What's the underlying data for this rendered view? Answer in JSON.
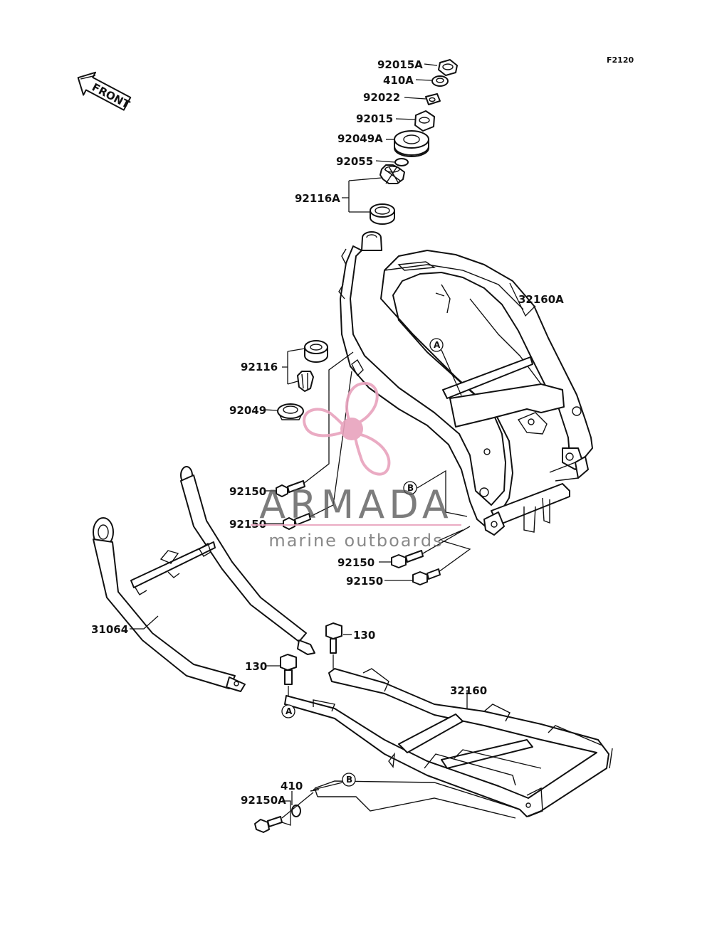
{
  "diagram_code": "F2120",
  "front_label": "FRONT",
  "parts": [
    {
      "id": "p-92015a",
      "label": "92015A"
    },
    {
      "id": "p-410a",
      "label": "410A"
    },
    {
      "id": "p-92022",
      "label": "92022"
    },
    {
      "id": "p-92015",
      "label": "92015"
    },
    {
      "id": "p-92049a",
      "label": "92049A"
    },
    {
      "id": "p-92055",
      "label": "92055"
    },
    {
      "id": "p-92116a",
      "label": "92116A"
    },
    {
      "id": "p-32160a",
      "label": "32160A"
    },
    {
      "id": "p-92116",
      "label": "92116"
    },
    {
      "id": "p-92049",
      "label": "92049"
    },
    {
      "id": "p-92150-1",
      "label": "92150"
    },
    {
      "id": "p-92150-2",
      "label": "92150"
    },
    {
      "id": "p-92150-3",
      "label": "92150"
    },
    {
      "id": "p-92150-4",
      "label": "92150"
    },
    {
      "id": "p-31064",
      "label": "31064"
    },
    {
      "id": "p-130-1",
      "label": "130"
    },
    {
      "id": "p-130-2",
      "label": "130"
    },
    {
      "id": "p-32160",
      "label": "32160"
    },
    {
      "id": "p-410",
      "label": "410"
    },
    {
      "id": "p-92150a",
      "label": "92150A"
    }
  ],
  "refs": {
    "a": "A",
    "b": "B"
  },
  "watermark": {
    "brand": "ARMADA",
    "tagline": "marine outboards",
    "color": "#e8a3bd"
  }
}
